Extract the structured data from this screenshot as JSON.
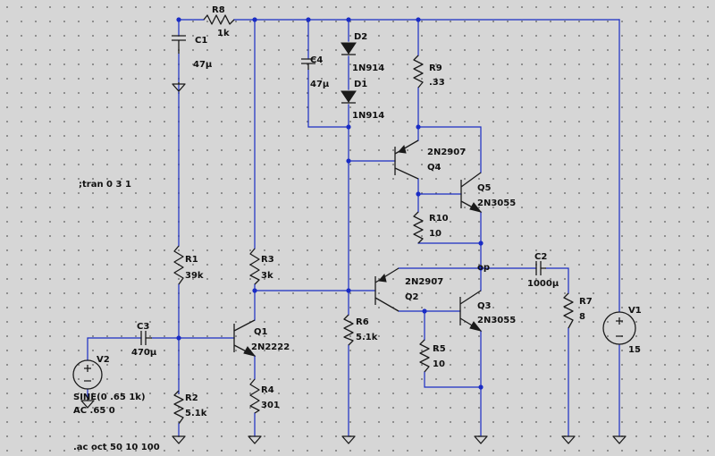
{
  "directives": {
    "tran": ";tran 0 3 1",
    "ac": ".ac oct 50 10 100"
  },
  "net_label": "op",
  "components": {
    "R8": {
      "name": "R8",
      "value": "1k"
    },
    "C1": {
      "name": "C1",
      "value": "47µ"
    },
    "C4": {
      "name": "C4",
      "value": "47µ"
    },
    "D2": {
      "name": "D2",
      "value": "1N914"
    },
    "D1": {
      "name": "D1",
      "value": "1N914"
    },
    "R9": {
      "name": "R9",
      "value": ".33"
    },
    "Q4": {
      "name": "Q4",
      "value": "2N2907"
    },
    "Q5": {
      "name": "Q5",
      "value": "2N3055"
    },
    "R10": {
      "name": "R10",
      "value": "10"
    },
    "Q2": {
      "name": "Q2",
      "value": "2N2907"
    },
    "Q3": {
      "name": "Q3",
      "value": "2N3055"
    },
    "R5": {
      "name": "R5",
      "value": "10"
    },
    "C2": {
      "name": "C2",
      "value": "1000µ"
    },
    "R7": {
      "name": "R7",
      "value": "8"
    },
    "V1": {
      "name": "V1",
      "value": "15"
    },
    "R1": {
      "name": "R1",
      "value": "39k"
    },
    "R3": {
      "name": "R3",
      "value": "3k"
    },
    "R6": {
      "name": "R6",
      "value": "5.1k"
    },
    "Q1": {
      "name": "Q1",
      "value": "2N2222"
    },
    "C3": {
      "name": "C3",
      "value": "470µ"
    },
    "V2": {
      "name": "V2",
      "value": "SINE(0 .65 1k)",
      "value2": "AC .65 0"
    },
    "R2": {
      "name": "R2",
      "value": "5.1k"
    },
    "R4": {
      "name": "R4",
      "value": "301"
    }
  }
}
